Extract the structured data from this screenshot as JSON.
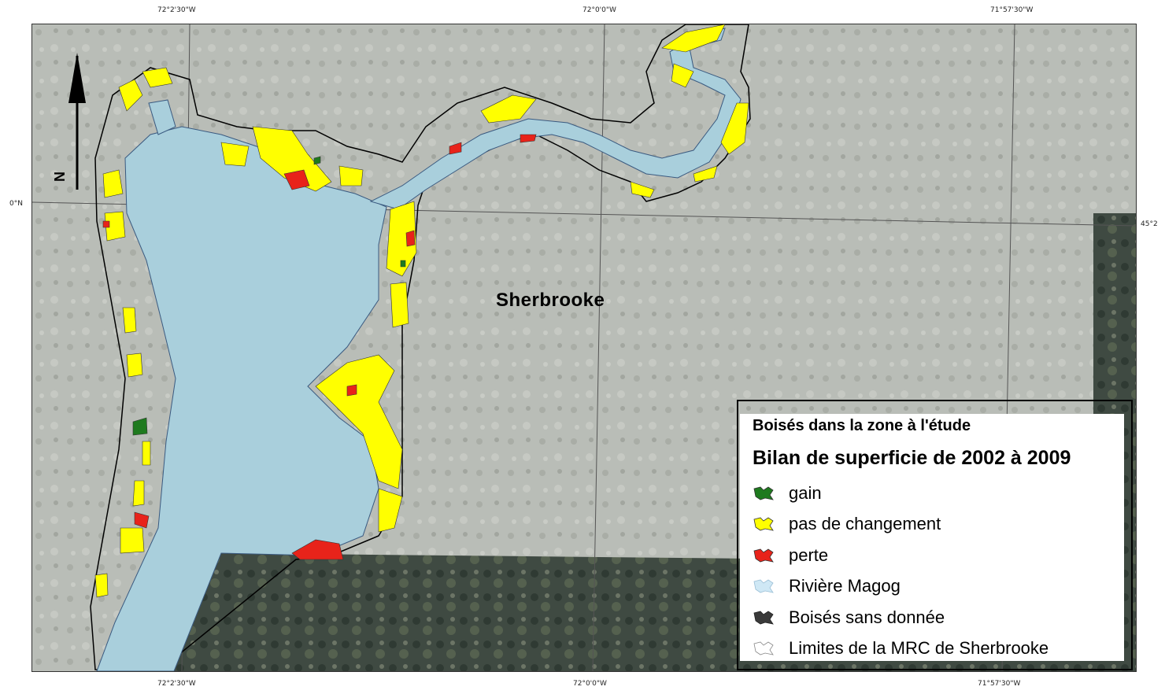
{
  "map": {
    "city_label": "Sherbrooke",
    "north_label": "N",
    "coords": {
      "top_left": "72°2'30\"W",
      "top_mid": "72°0'0\"W",
      "top_right": "71°57'30\"W",
      "bottom_left": "72°2'30\"W",
      "bottom_mid": "72°0'0\"W",
      "bottom_right": "71°57'30\"W",
      "left_lat": "0°N",
      "right_lat": "45°2"
    },
    "colors": {
      "background_imagery": "#b9bdb7",
      "dark_imagery": "#3f4a42",
      "water": "#a9cfdc",
      "gain": "#1e7a1e",
      "no_change": "#ffff00",
      "loss": "#e8231a",
      "outline": "#000000"
    }
  },
  "legend": {
    "title": "Boisés dans la zone à l'étude",
    "subtitle": "Bilan de superficie de 2002 à 2009",
    "items": [
      {
        "label": "gain",
        "color": "#1e7a1e",
        "icon": "gain-swatch-icon"
      },
      {
        "label": "pas de changement",
        "color": "#ffff00",
        "icon": "no-change-swatch-icon"
      },
      {
        "label": "perte",
        "color": "#e8231a",
        "icon": "loss-swatch-icon"
      },
      {
        "label": "Rivière Magog",
        "color": "#cfe8f5",
        "icon": "river-swatch-icon"
      },
      {
        "label": "Boisés sans donnée",
        "color": "#3a3a3a",
        "icon": "no-data-swatch-icon"
      },
      {
        "label": "Limites de la MRC de Sherbrooke",
        "color": "#ffffff",
        "icon": "boundary-swatch-icon"
      }
    ]
  }
}
